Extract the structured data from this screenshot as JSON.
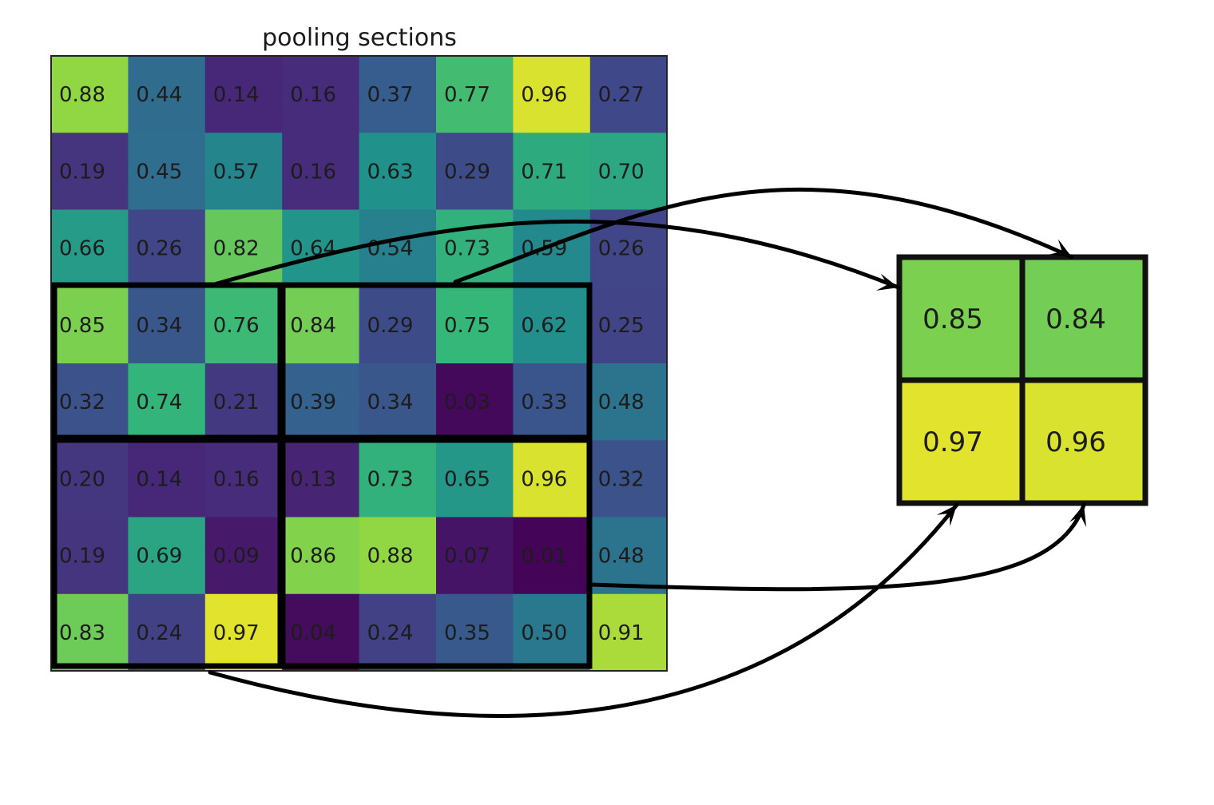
{
  "title": "pooling sections",
  "input_grid": [
    [
      "0.88",
      "0.44",
      "0.14",
      "0.16",
      "0.37",
      "0.77",
      "0.96",
      "0.27"
    ],
    [
      "0.19",
      "0.45",
      "0.57",
      "0.16",
      "0.63",
      "0.29",
      "0.71",
      "0.70"
    ],
    [
      "0.66",
      "0.26",
      "0.82",
      "0.64",
      "0.54",
      "0.73",
      "0.59",
      "0.26"
    ],
    [
      "0.85",
      "0.34",
      "0.76",
      "0.84",
      "0.29",
      "0.75",
      "0.62",
      "0.25"
    ],
    [
      "0.32",
      "0.74",
      "0.21",
      "0.39",
      "0.34",
      "0.03",
      "0.33",
      "0.48"
    ],
    [
      "0.20",
      "0.14",
      "0.16",
      "0.13",
      "0.73",
      "0.65",
      "0.96",
      "0.32"
    ],
    [
      "0.19",
      "0.69",
      "0.09",
      "0.86",
      "0.88",
      "0.07",
      "0.01",
      "0.48"
    ],
    [
      "0.83",
      "0.24",
      "0.97",
      "0.04",
      "0.24",
      "0.35",
      "0.50",
      "0.91"
    ]
  ],
  "output_grid": [
    [
      "0.85",
      "0.84"
    ],
    [
      "0.97",
      "0.96"
    ]
  ],
  "colors": {
    "cell_outline": "#222222",
    "section_border": "#000000",
    "arrow": "#000000"
  }
}
